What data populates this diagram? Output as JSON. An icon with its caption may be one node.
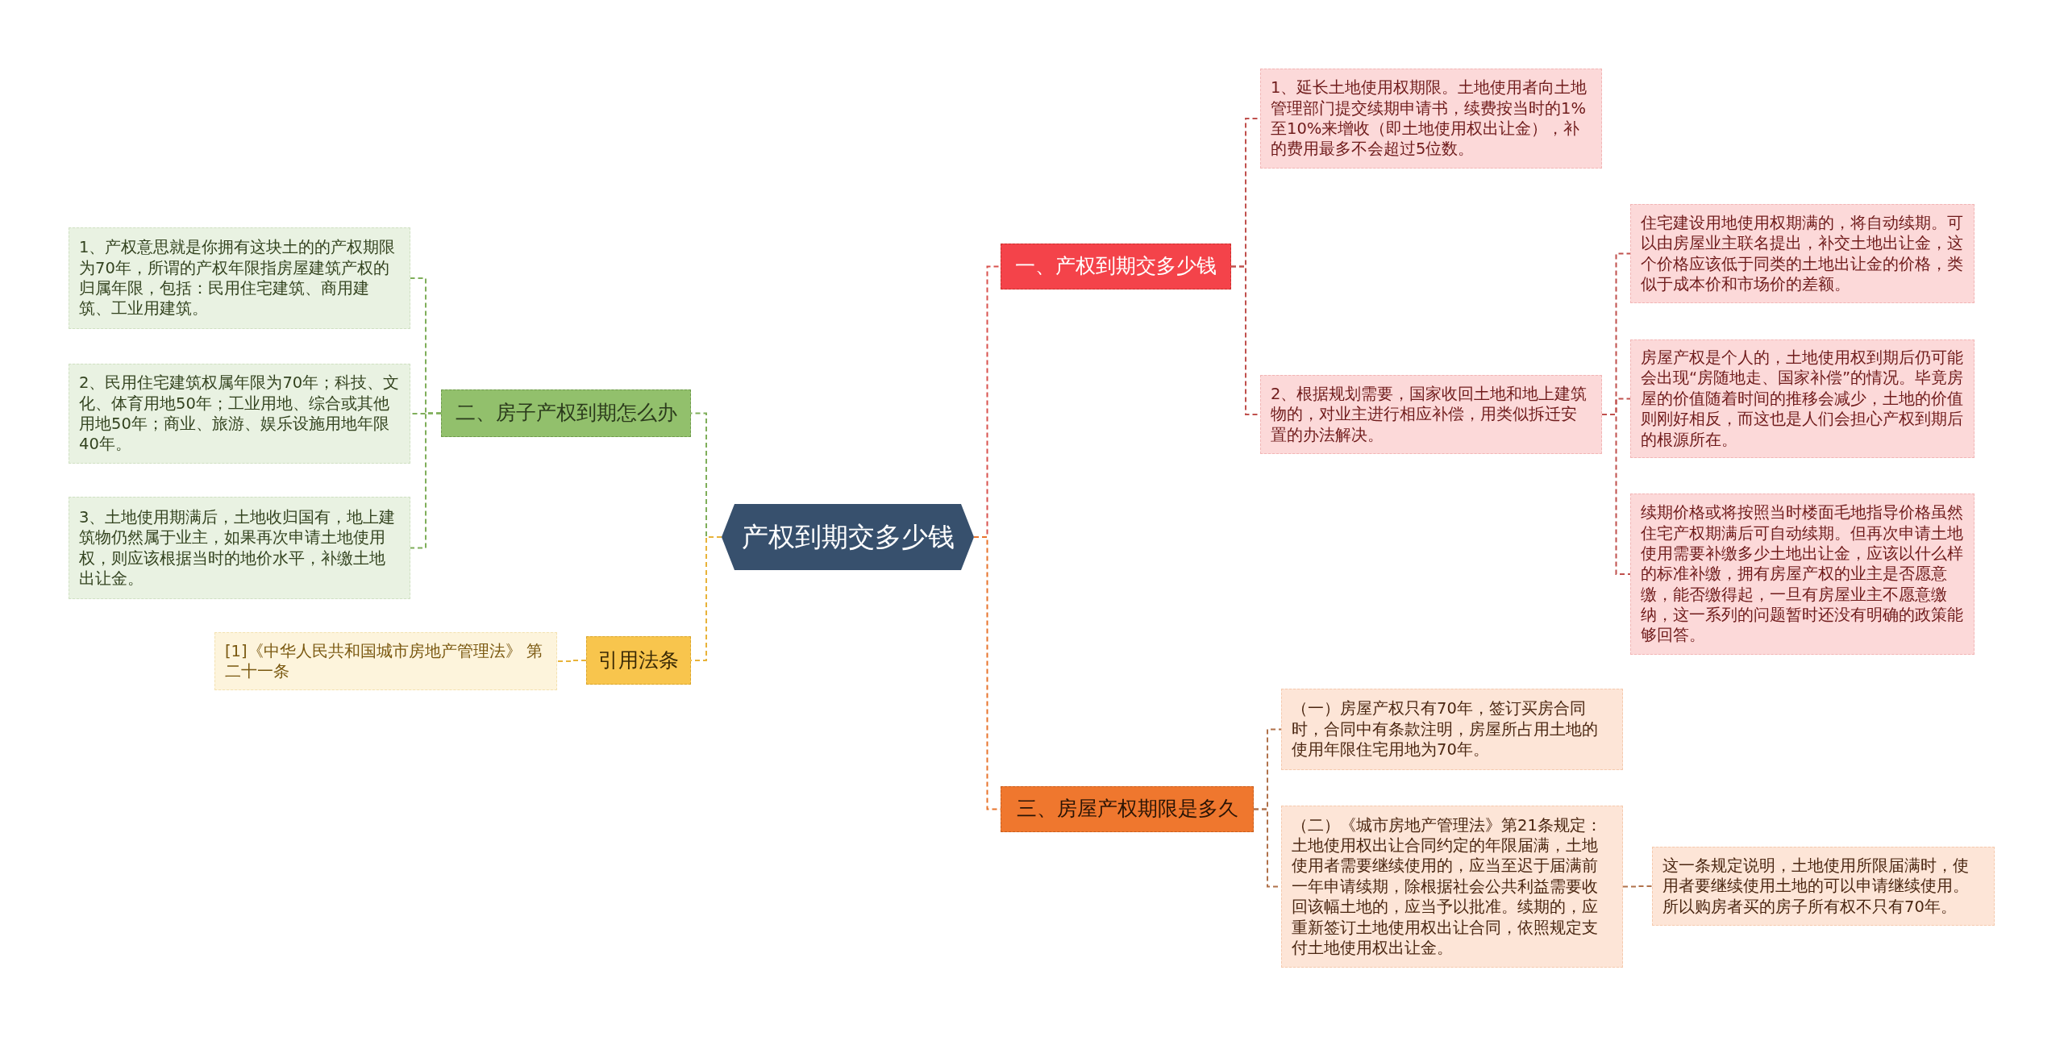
{
  "diagram": {
    "nodes": [
      {
        "text": [
          "产权到期交多少钱"
        ]
      },
      {
        "text": [
          "一、产权到期交多少钱"
        ]
      },
      {
        "text": [
          "1、延长土地使用权期限。土地使用者向土地管理部门提交续期申请书，续费按当时的1%至10%来增收（即土地使用权出让金），补的费用最多不会超过5位数。"
        ]
      },
      {
        "text": [
          "2、根据规划需要，国家收回土地和地上建筑物的，对业主进行相应补偿，用类似拆迁安置的办法解决。"
        ]
      },
      {
        "text": [
          "住宅建设用地使用权期满的，将自动续期。可以由房屋业主联名提出，补交土地出让金，这个价格应该低于同类的土地出让金的价格，类似于成本价和市场价的差额。"
        ]
      },
      {
        "text": [
          "房屋产权是个人的，土地使用权到期后仍可能会出现“房随地走、国家补偿”的情况。毕竟房屋的价值随着时间的推移会减少，土地的价值则刚好相反，而这也是人们会担心产权到期后的根源所在。"
        ]
      },
      {
        "text": [
          "续期价格或将按照当时楼面毛地指导价格虽然住宅产权期满后可自动续期。但再次申请土地使用需要补缴多少土地出让金，应该以什么样的标准补缴，拥有房屋产权的业主是否愿意缴，能否缴得起，一旦有房屋业主不愿意缴纳，这一系列的问题暂时还没有明确的政策能够回答。"
        ]
      },
      {
        "text": [
          "二、房子产权到期怎么办"
        ]
      },
      {
        "text": [
          "1、产权意思就是你拥有这块土的的产权期限为70年，所谓的产权年限指房屋建筑产权的归属年限，包括：民用住宅建筑、商用建筑、工业用建筑。"
        ]
      },
      {
        "text": [
          "2、民用住宅建筑权属年限为70年；科技、文化、体育用地50年；工业用地、综合或其他用地50年；商业、旅游、娱乐设施用地年限40年。"
        ]
      },
      {
        "text": [
          "3、土地使用期满后，土地收归国有，地上建筑物仍然属于业主，如果再次申请土地使用权，则应该根据当时的地价水平，补缴土地出让金。"
        ]
      },
      {
        "text": [
          "引用法条"
        ]
      },
      {
        "text": [
          "[1]《中华人民共和国城市房地产管理法》 第二十一条"
        ]
      },
      {
        "text": [
          "三、房屋产权期限是多久"
        ]
      },
      {
        "text": [
          "（一）房屋产权只有70年，签订买房合同时，合同中有条款注明，房屋所占用土地的使用年限住宅用地为70年。"
        ]
      },
      {
        "text": [
          "（二）《城市房地产管理法》第21条规定：土地使用权出让合同约定的年限届满，土地使用者需要继续使用的，应当至迟于届满前一年申请续期，除根据社会公共利益需要收回该幅土地的，应当予以批准。续期的，应重新签订土地使用权出让合同，依照规定支付土地使用权出让金。"
        ]
      },
      {
        "text": [
          "这一条规定说明，土地使用所限届满时，使用者要继续使用土地的可以申请继续使用。所以购房者买的房子所有权不只有70年。"
        ]
      }
    ],
    "edges": [
      {
        "from": 0,
        "to": 1,
        "arrow": "none",
        "color": "#d9534f"
      },
      {
        "from": 1,
        "to": 2,
        "arrow": "none",
        "color": "#c0504d"
      },
      {
        "from": 1,
        "to": 3,
        "arrow": "none",
        "color": "#c0504d"
      },
      {
        "from": 3,
        "to": 4,
        "arrow": "none",
        "color": "#c0504d"
      },
      {
        "from": 3,
        "to": 5,
        "arrow": "none",
        "color": "#c0504d"
      },
      {
        "from": 3,
        "to": 6,
        "arrow": "none",
        "color": "#c0504d"
      },
      {
        "from": 0,
        "to": 7,
        "arrow": "none",
        "color": "#7fae5a"
      },
      {
        "from": 7,
        "to": 8,
        "arrow": "none",
        "color": "#7fae5a"
      },
      {
        "from": 7,
        "to": 9,
        "arrow": "none",
        "color": "#7fae5a"
      },
      {
        "from": 7,
        "to": 10,
        "arrow": "none",
        "color": "#7fae5a"
      },
      {
        "from": 0,
        "to": 11,
        "arrow": "none",
        "color": "#e8b33a"
      },
      {
        "from": 11,
        "to": 12,
        "arrow": "none",
        "color": "#e8b33a"
      },
      {
        "from": 0,
        "to": 13,
        "arrow": "none",
        "color": "#e8742c"
      },
      {
        "from": 13,
        "to": 14,
        "arrow": "none",
        "color": "#b0714a"
      },
      {
        "from": 13,
        "to": 15,
        "arrow": "none",
        "color": "#b0714a"
      },
      {
        "from": 15,
        "to": 16,
        "arrow": "none",
        "color": "#b0714a"
      }
    ]
  }
}
